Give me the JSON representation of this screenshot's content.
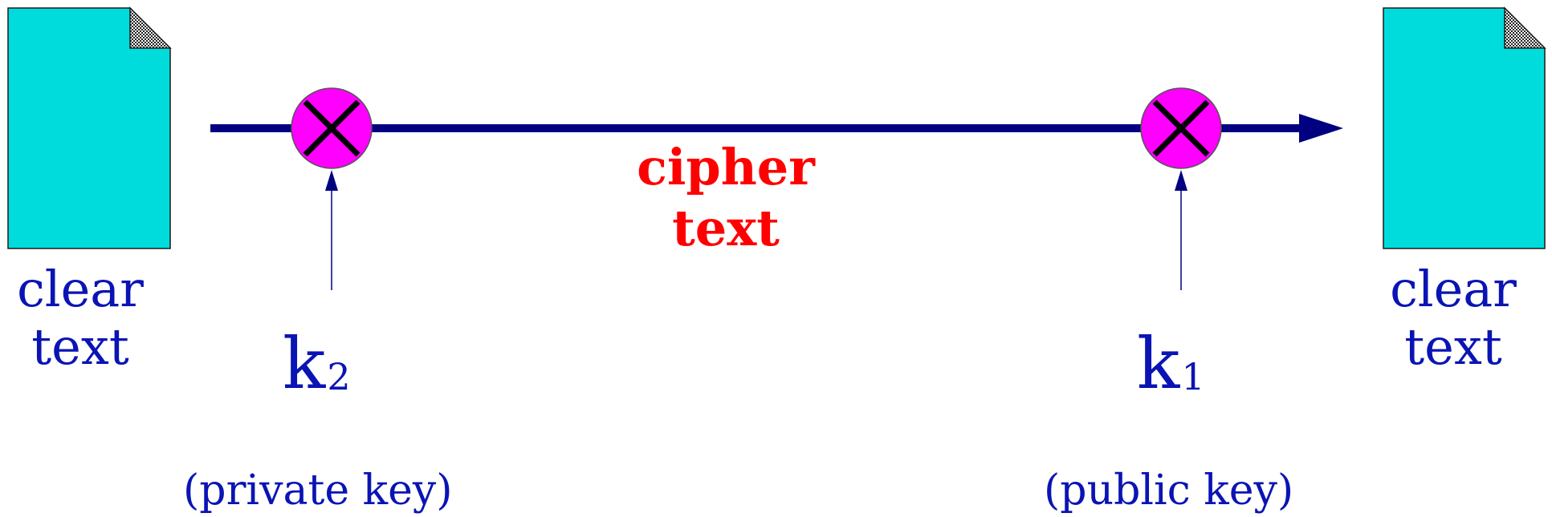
{
  "diagram": {
    "left_document": {
      "line1": "clear",
      "line2": "text"
    },
    "right_document": {
      "line1": "clear",
      "line2": "text"
    },
    "channel": {
      "line1": "cipher",
      "line2": "text"
    },
    "left_key": {
      "symbol": "k",
      "subscript": "2",
      "caption": "(private key)"
    },
    "right_key": {
      "symbol": "k",
      "subscript": "1",
      "caption": "(public key)"
    },
    "colors": {
      "document_fill": "#00dcdc",
      "arrow": "#000080",
      "operator_fill": "#ff00ff",
      "operator_cross": "#000000",
      "text": "#0a14b4",
      "cipher_text": "#ff0000"
    },
    "icons": {
      "document": "document-icon",
      "operator": "circled-times-icon"
    }
  }
}
